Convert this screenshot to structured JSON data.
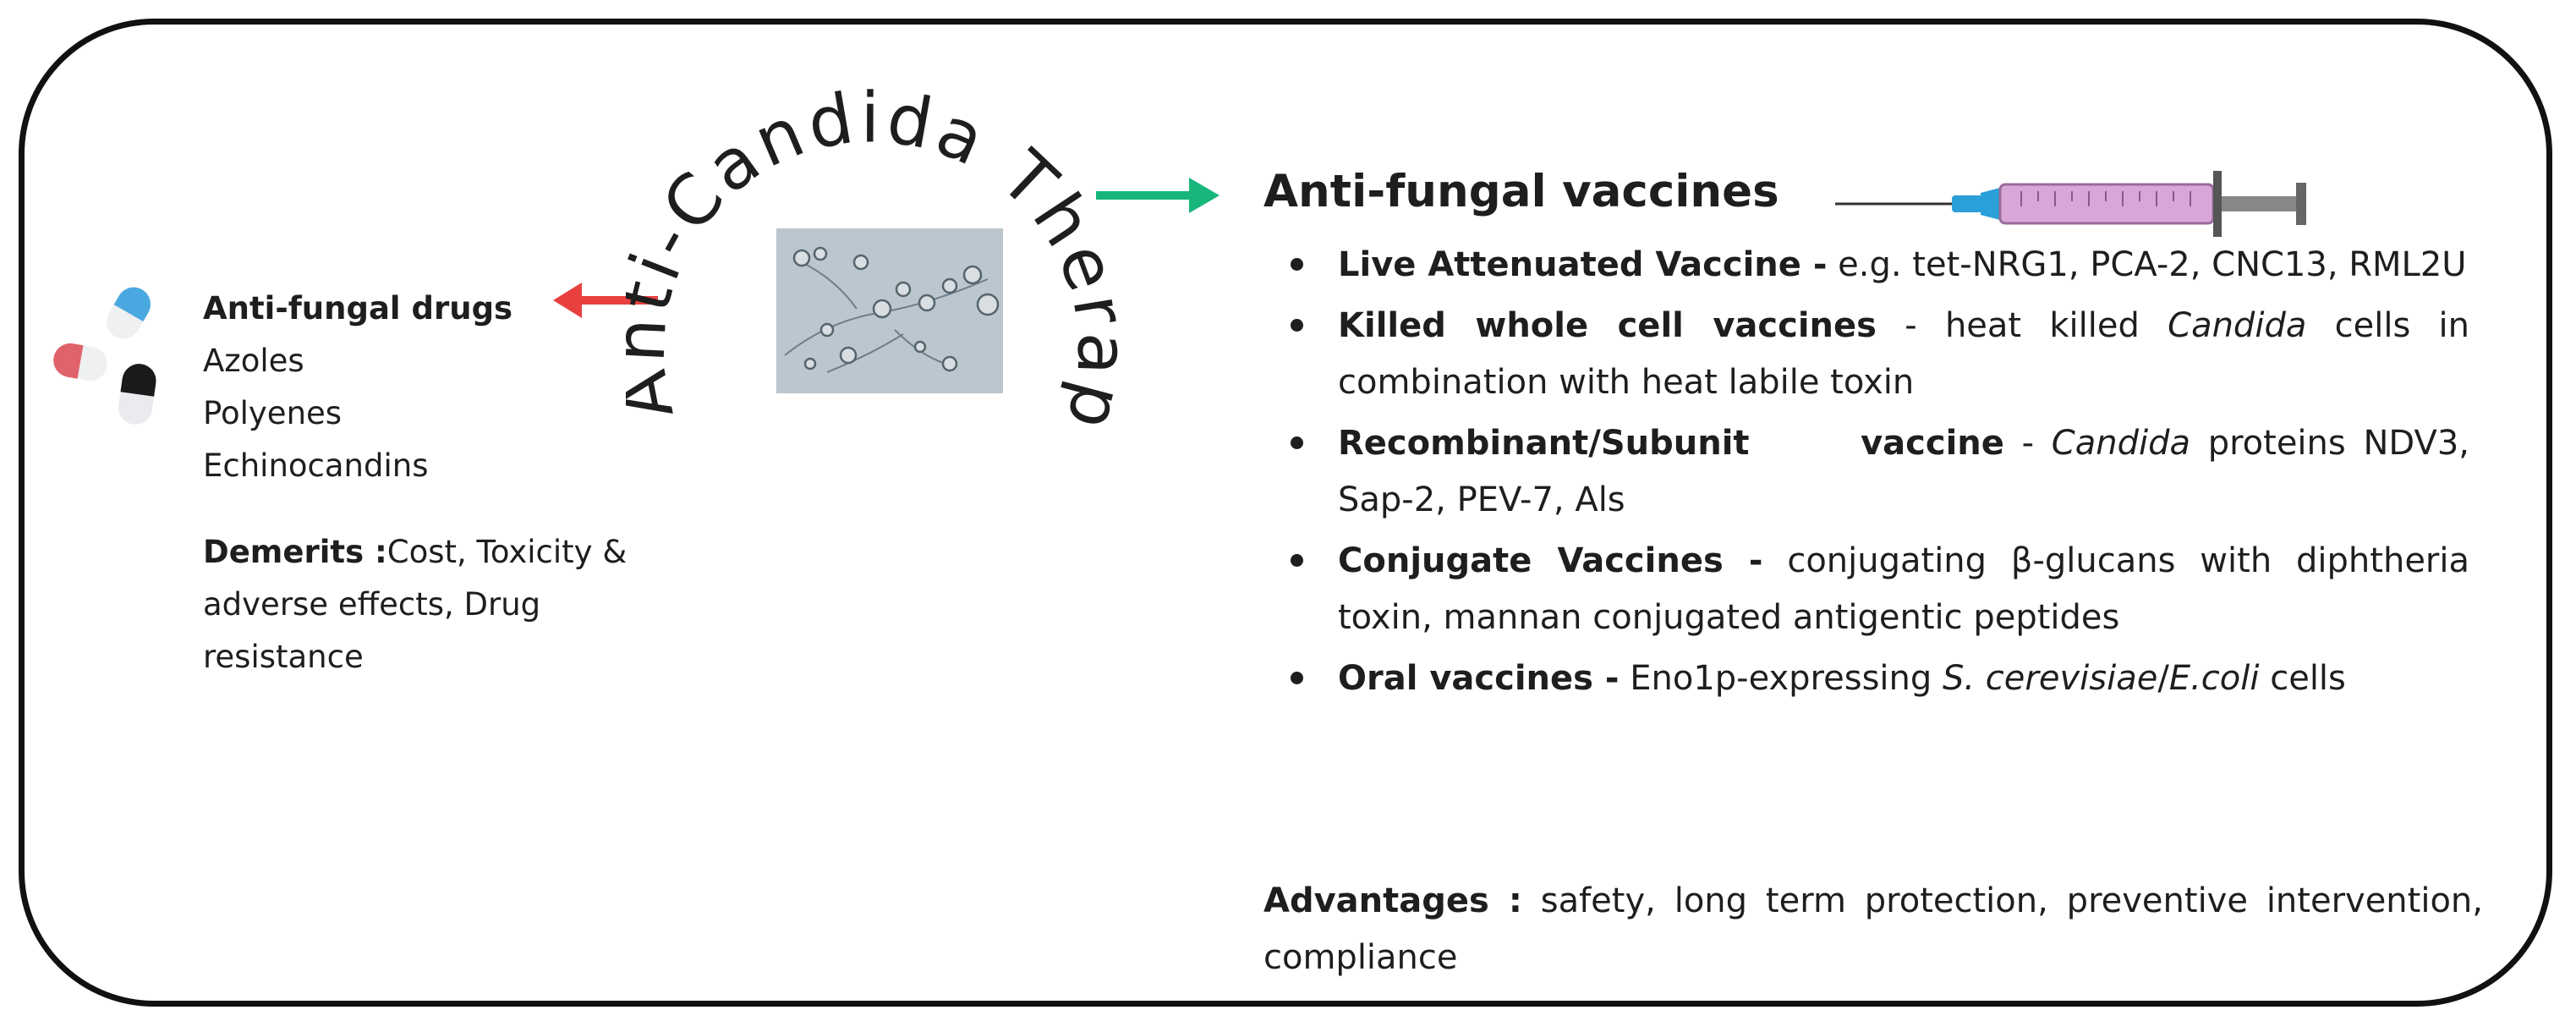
{
  "center": {
    "curved_title": "Anti-Candida Therapeutics"
  },
  "left": {
    "title": "Anti-fungal drugs",
    "drugs": [
      "Azoles",
      "Polyenes",
      "Echinocandins"
    ],
    "demerits_label": "Demerits :",
    "demerits_text": "Cost, Toxicity & adverse effects,  Drug resistance"
  },
  "right": {
    "title": "Anti-fungal vaccines",
    "items": [
      {
        "label": "Live Attenuated Vaccine -",
        "text": " e.g.  tet-NRG1, PCA-2, CNC13, RML2U"
      },
      {
        "label": "Killed whole cell vaccines",
        "text_before": " - heat killed ",
        "italic": "Candida",
        "text_after": " cells in combination with heat labile toxin"
      },
      {
        "label": "Recombinant/Subunit      vaccine",
        "text_before": " - ",
        "italic": "Candida",
        "text_after": " proteins NDV3, Sap-2, PEV-7, Als"
      },
      {
        "label": "Conjugate Vaccines -",
        "text": " conjugating β-glucans with diphtheria toxin, mannan conjugated antigentic peptides"
      },
      {
        "label": "Oral vaccines -",
        "text_before": " Eno1p-expressing ",
        "italic": "S. cerevisiae",
        "text_mid": "/",
        "italic2": "E.coli",
        "text_after": " cells"
      }
    ],
    "advantages_label": "Advantages :",
    "advantages_text": " safety, long term protection, preventive intervention, compliance"
  },
  "colors": {
    "border": "#111111",
    "arrow_left": "#e8403f",
    "arrow_right": "#18b67a",
    "syringe_barrel": "#d9a6d8",
    "needle_hub": "#2a9fd8",
    "pill_red": "#e0626b",
    "pill_blue": "#4aa8e0",
    "pill_black": "#1a1a1a"
  },
  "icons": [
    "pills-icon",
    "syringe-icon",
    "candida-micrograph"
  ]
}
